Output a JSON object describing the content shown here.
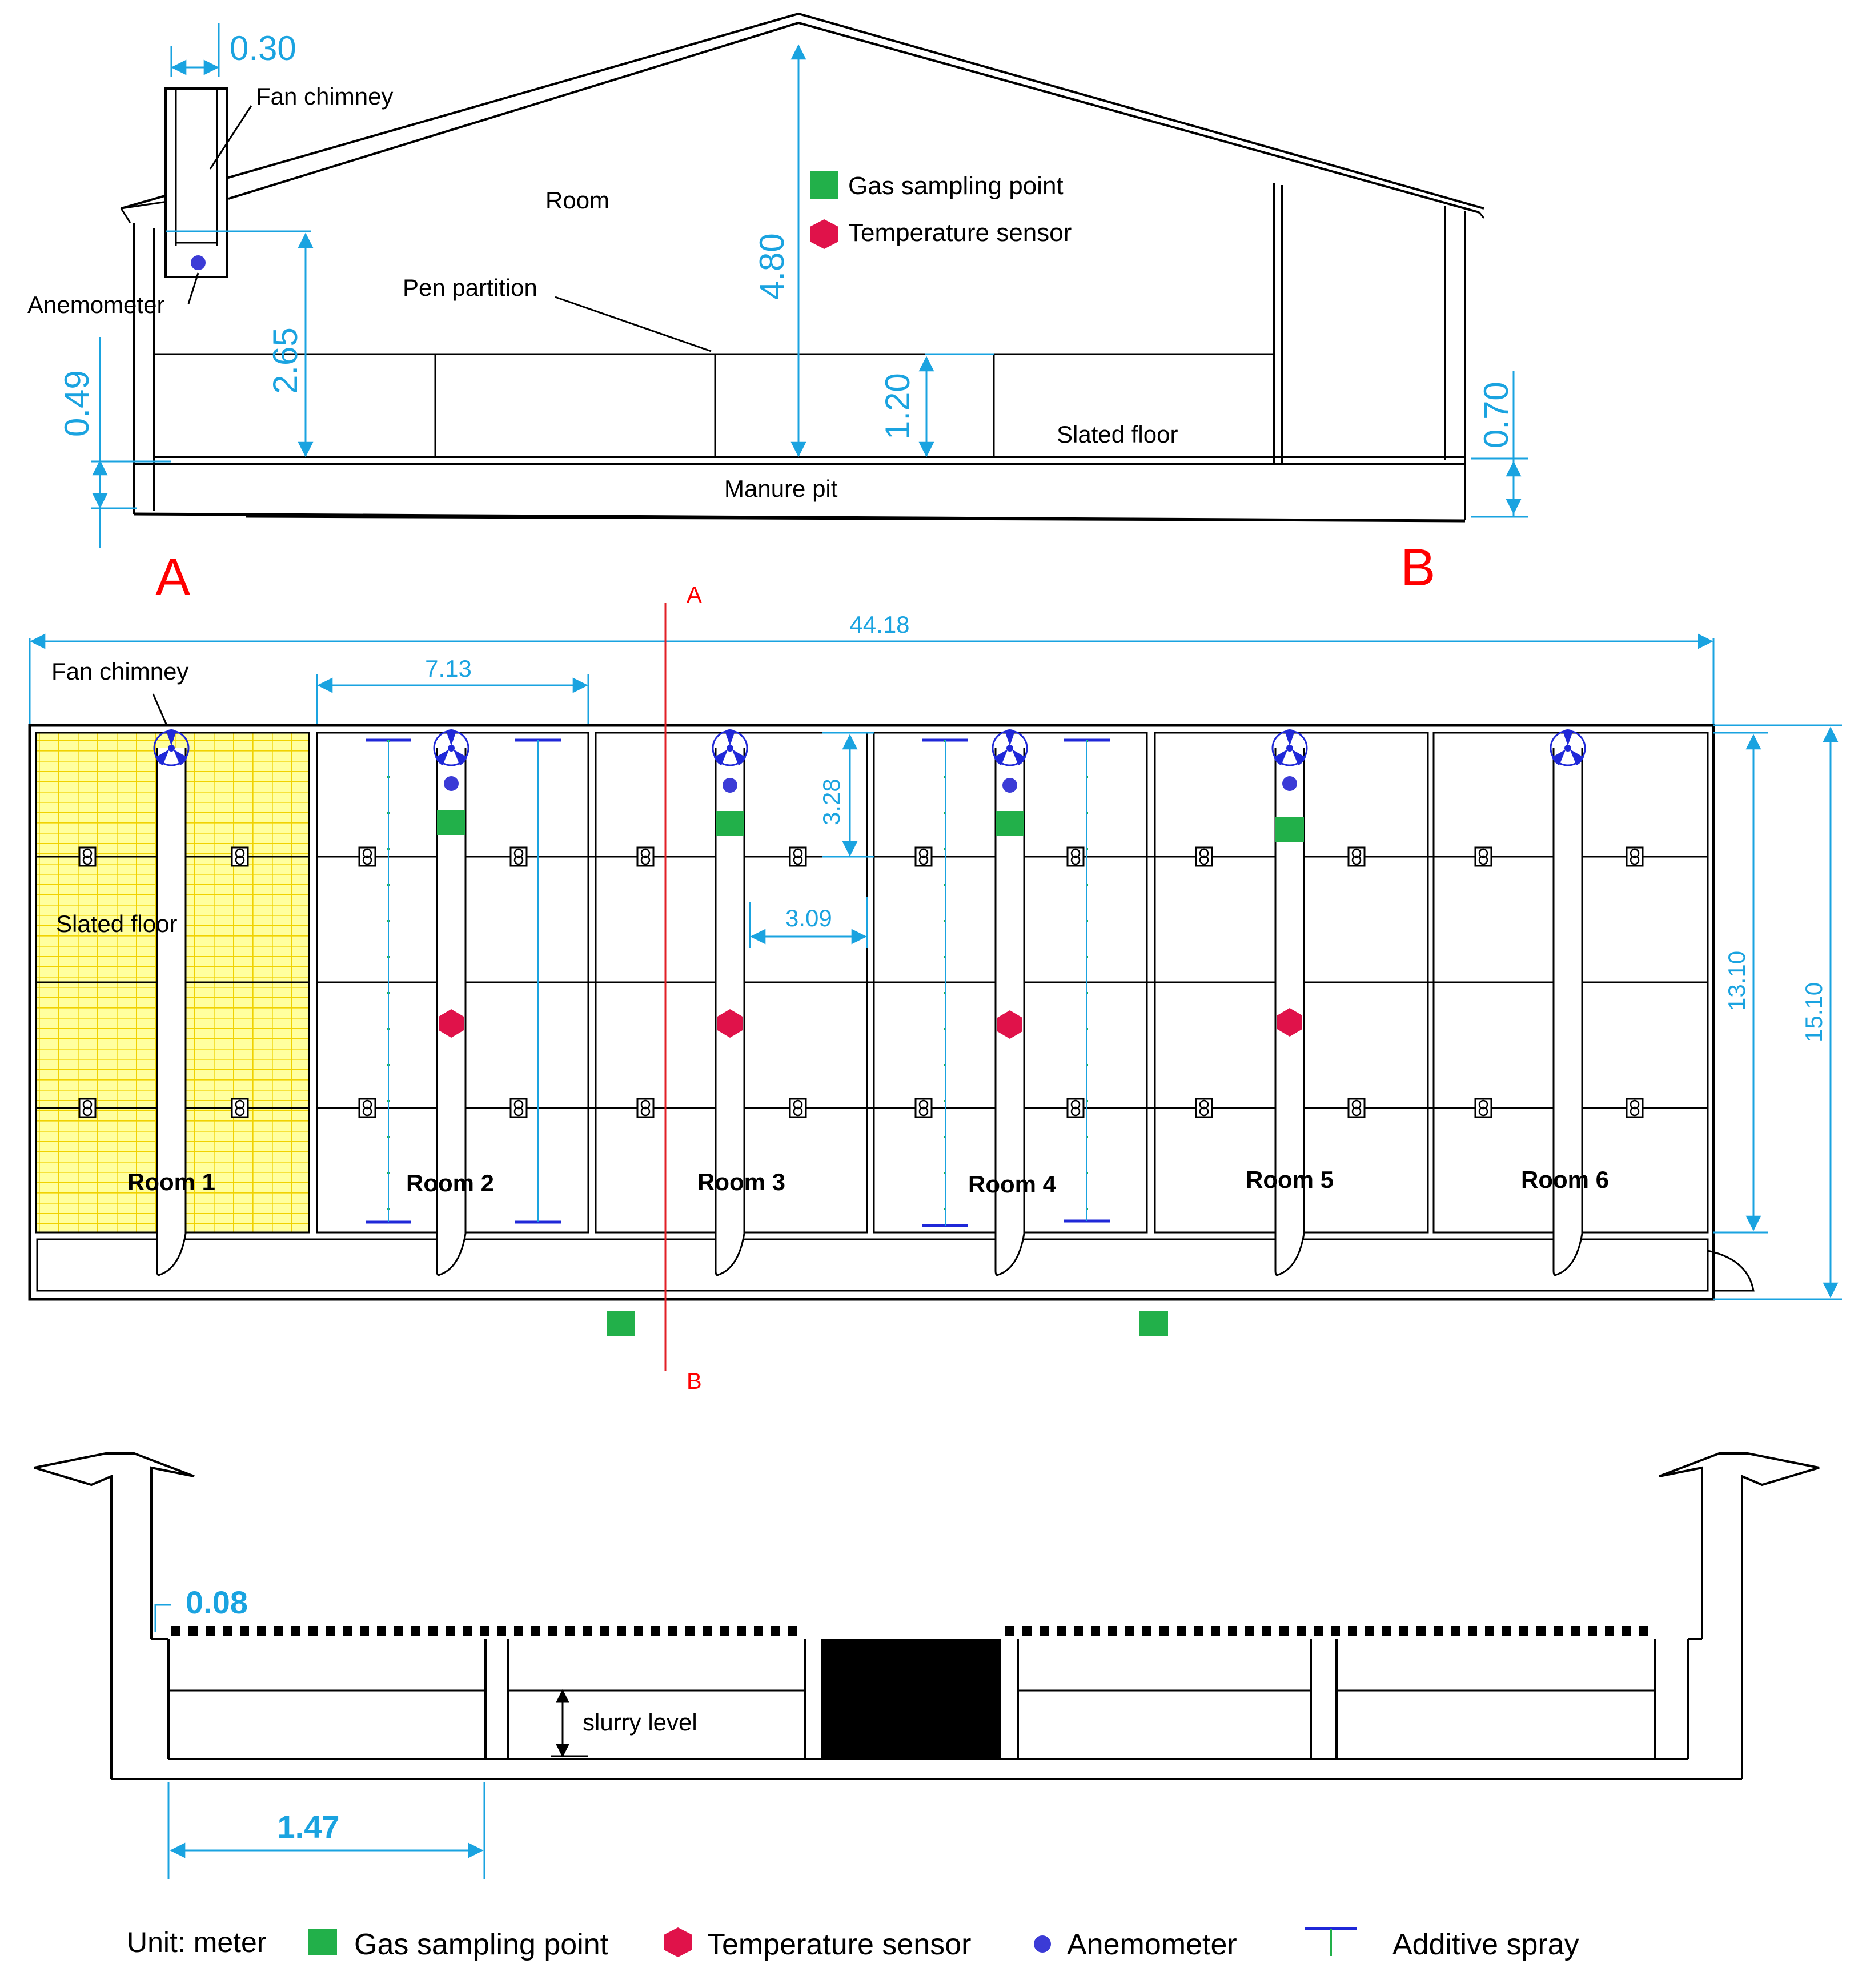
{
  "colors": {
    "dimension": "#1aa3e0",
    "gas_sampling": "#22b04a",
    "temperature": "#e0124a",
    "anemometer": "#3b3bd6",
    "section_line": "#e21f26",
    "slatted_floor_fill": "#ffff9e",
    "slatted_floor_grid": "#f0d200",
    "spray_line": "#22b04a",
    "fan_icon": "#1f28d8"
  },
  "elevation": {
    "labels": {
      "fan_chimney": "Fan chimney",
      "anemometer": "Anemometer",
      "room": "Room",
      "pen_partition": "Pen partition",
      "slated_floor": "Slated floor",
      "manure_pit": "Manure pit",
      "gas_sampling_point": "Gas sampling point",
      "temperature_sensor": "Temperature sensor"
    },
    "dims": {
      "chimney_width": "0.30",
      "sensor_height": "2.65",
      "ridge_height": "4.80",
      "partition_height": "1.20",
      "pit_depth_left": "0.49",
      "pit_depth_right": "0.70"
    },
    "section_markers": {
      "a": "A",
      "b": "B"
    }
  },
  "plan": {
    "labels": {
      "fan_chimney": "Fan chimney",
      "slated_floor": "Slated floor",
      "section_top": "A",
      "section_bottom": "B"
    },
    "rooms": [
      "Room 1",
      "Room 2",
      "Room 3",
      "Room 4",
      "Room 5",
      "Room 6"
    ],
    "dims": {
      "total_length": "44.18",
      "room_width": "7.13",
      "pen_depth": "3.28",
      "pen_width": "3.09",
      "room_depth": "13.10",
      "building_depth": "15.10"
    }
  },
  "pit_section": {
    "dims": {
      "slat_gap": "0.08",
      "pit_width": "1.47"
    },
    "labels": {
      "slurry_level": "slurry level"
    }
  },
  "legend": {
    "unit": "Unit: meter",
    "items": [
      {
        "label": "Gas sampling point",
        "icon": "green-square-icon"
      },
      {
        "label": "Temperature sensor",
        "icon": "red-hexagon-icon"
      },
      {
        "label": "Anemometer",
        "icon": "blue-dot-icon"
      },
      {
        "label": "Additive spray",
        "icon": "spray-line-icon"
      }
    ]
  }
}
